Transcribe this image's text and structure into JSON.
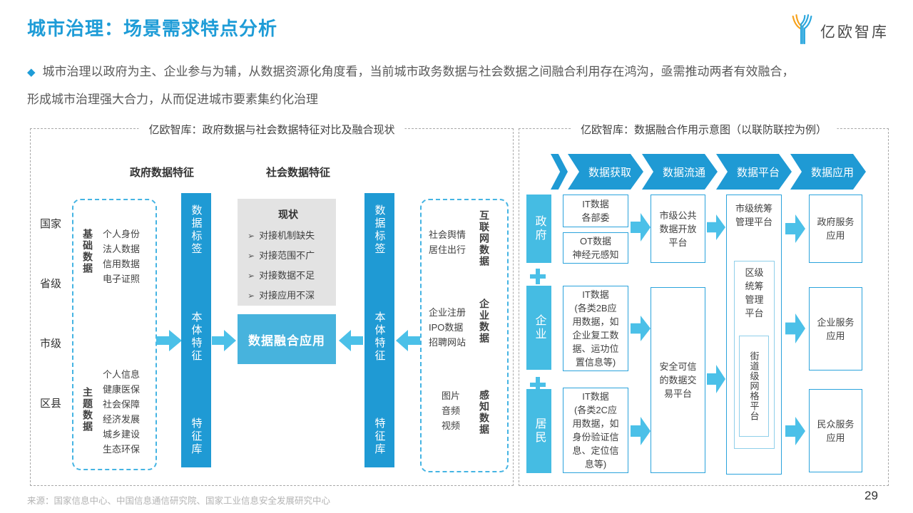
{
  "page": {
    "title": "城市治理：场景需求特点分析",
    "page_number": "29",
    "source": "来源：国家信息中心、中国信息通信研究院、国家工业信息安全发展研究中心"
  },
  "logo": {
    "text": "亿欧智库"
  },
  "glyphs": {
    "diamond": "◆",
    "arrow_bullet": "➢"
  },
  "intro": {
    "line1": "城市治理以政府为主、企业参与为辅，从数据资源化角度看，当前城市政务数据与社会数据之间融合利用存在鸿沟，亟需推动两者有效融合，",
    "line2": "形成城市治理强大合力，从而促进城市要素集约化治理"
  },
  "colors": {
    "primary": "#1E9CD7",
    "light_blue": "#4BC0E8",
    "bar_blue": "#1F9AD4",
    "fusion_blue": "#47B3DD",
    "stake_blue": "#45BCE3"
  },
  "left_panel": {
    "title": "亿欧智库：政府数据与社会数据特征对比及融合现状",
    "gov_header": "政府数据特征",
    "social_header": "社会数据特征",
    "levels": [
      "国家",
      "省级",
      "市级",
      "区县"
    ],
    "basic_data": {
      "label": "基础数据",
      "items": [
        "个人身份",
        "法人数据",
        "信用数据",
        "电子证照"
      ]
    },
    "theme_data": {
      "label": "主题数据",
      "items": [
        "个人信息",
        "健康医保",
        "社会保障",
        "经济发展",
        "城乡建设",
        "生态环保"
      ]
    },
    "gov_bar": [
      "数据标签",
      "本体特征",
      "特征库"
    ],
    "social_bar": [
      "数据标签",
      "本体特征",
      "特征库"
    ],
    "status_box": {
      "title": "现状",
      "items": [
        "对接机制缺失",
        "对接范围不广",
        "对接数据不足",
        "对接应用不深"
      ]
    },
    "fusion_label": "数据融合应用",
    "internet_data": {
      "label": "互联网数据",
      "items": [
        "社会舆情",
        "居住出行"
      ]
    },
    "enterprise_data": {
      "label": "企业数据",
      "items": [
        "企业注册",
        "IPO数据",
        "招聘网站"
      ]
    },
    "sensing_data": {
      "label": "感知数据",
      "items": [
        "图片",
        "音频",
        "视频"
      ]
    }
  },
  "right_panel": {
    "title": "亿欧智库：数据融合作用示意图（以联防联控为例）",
    "chevrons": [
      "数据获取",
      "数据流通",
      "数据平台",
      "数据应用"
    ],
    "stakeholders": [
      "政府",
      "企业",
      "居民"
    ],
    "gov_it": [
      "IT数据",
      "各部委"
    ],
    "gov_ot": [
      "OT数据",
      "神经元感知"
    ],
    "ent_it": {
      "name": "IT数据",
      "desc": "(各类2B应用数据，如企业复工数据、运功位置信息等)"
    },
    "res_it": {
      "name": "IT数据",
      "desc": "(各类2C应用数据，如身份验证信息、定位信息等)"
    },
    "open_platform": "市级公共数据开放平台",
    "trade_platform": "安全可信的数据交易平台",
    "city_platform": "市级统筹管理平台",
    "district_platform": "区级统筹管理平台",
    "street_platform": "街道级网格平台",
    "apps": [
      "政府服务应用",
      "企业服务应用",
      "民众服务应用"
    ]
  }
}
